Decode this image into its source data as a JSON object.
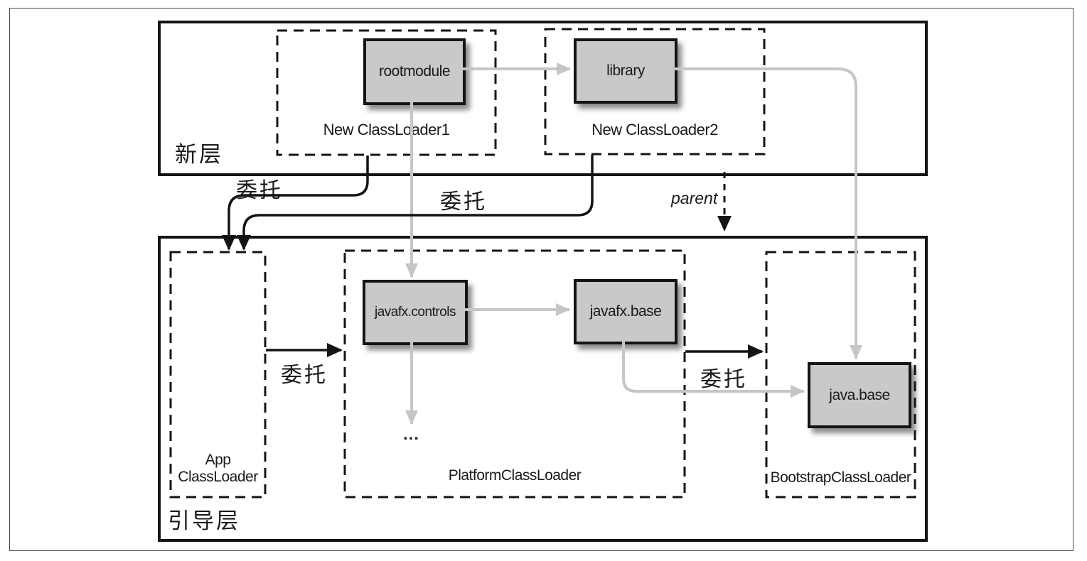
{
  "figure": {
    "type": "module-layer-classloader-diagram",
    "layers": {
      "new_layer": {
        "label": "新层",
        "classloader1": {
          "label": "New ClassLoader1",
          "module": "rootmodule"
        },
        "classloader2": {
          "label": "New ClassLoader2",
          "module": "library"
        }
      },
      "boot_layer": {
        "label": "引导层",
        "app_classloader": {
          "label_line1": "App",
          "label_line2": "ClassLoader"
        },
        "platform_classloader": {
          "label": "PlatformClassLoader",
          "module1": "javafx.controls",
          "module2": "javafx.base",
          "ellipsis": "..."
        },
        "bootstrap_classloader": {
          "label": "BootstrapClassLoader",
          "module": "java.base"
        }
      }
    },
    "edges": {
      "delegates": [
        "委托",
        "委托",
        "委托",
        "委托"
      ],
      "parent_label": "parent"
    }
  },
  "colors": {
    "module_fill": "#c9c9c9",
    "module_border": "#141414",
    "dependency_arrow": "#c6c6c6",
    "delegation_arrow": "#141414",
    "text": "#1a1a1a",
    "frame": "#4d4d4d"
  }
}
